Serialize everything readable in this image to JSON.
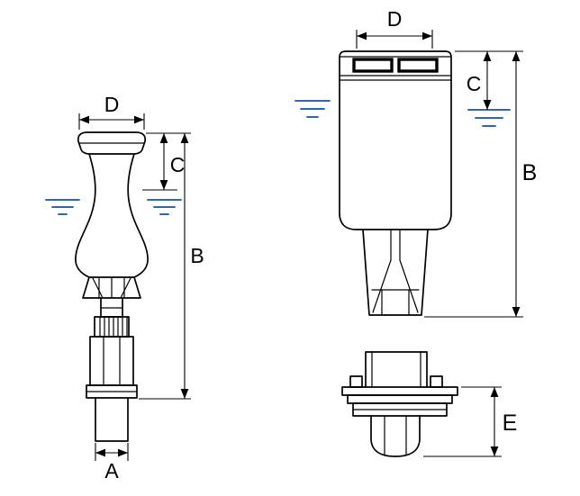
{
  "drawing": {
    "background": "#ffffff",
    "line_color": "#000000",
    "water_color": "#3465a4",
    "water_level_icon": "triple-wave-lines",
    "views": {
      "left_nozzle": {
        "labels": {
          "top_width": "D",
          "head_height": "C",
          "overall_height": "B",
          "base_width": "A"
        }
      },
      "right_nozzle": {
        "labels": {
          "top_width": "D",
          "head_height": "C",
          "overall_height": "B"
        }
      },
      "base_fitting": {
        "labels": {
          "height": "E"
        }
      }
    }
  }
}
